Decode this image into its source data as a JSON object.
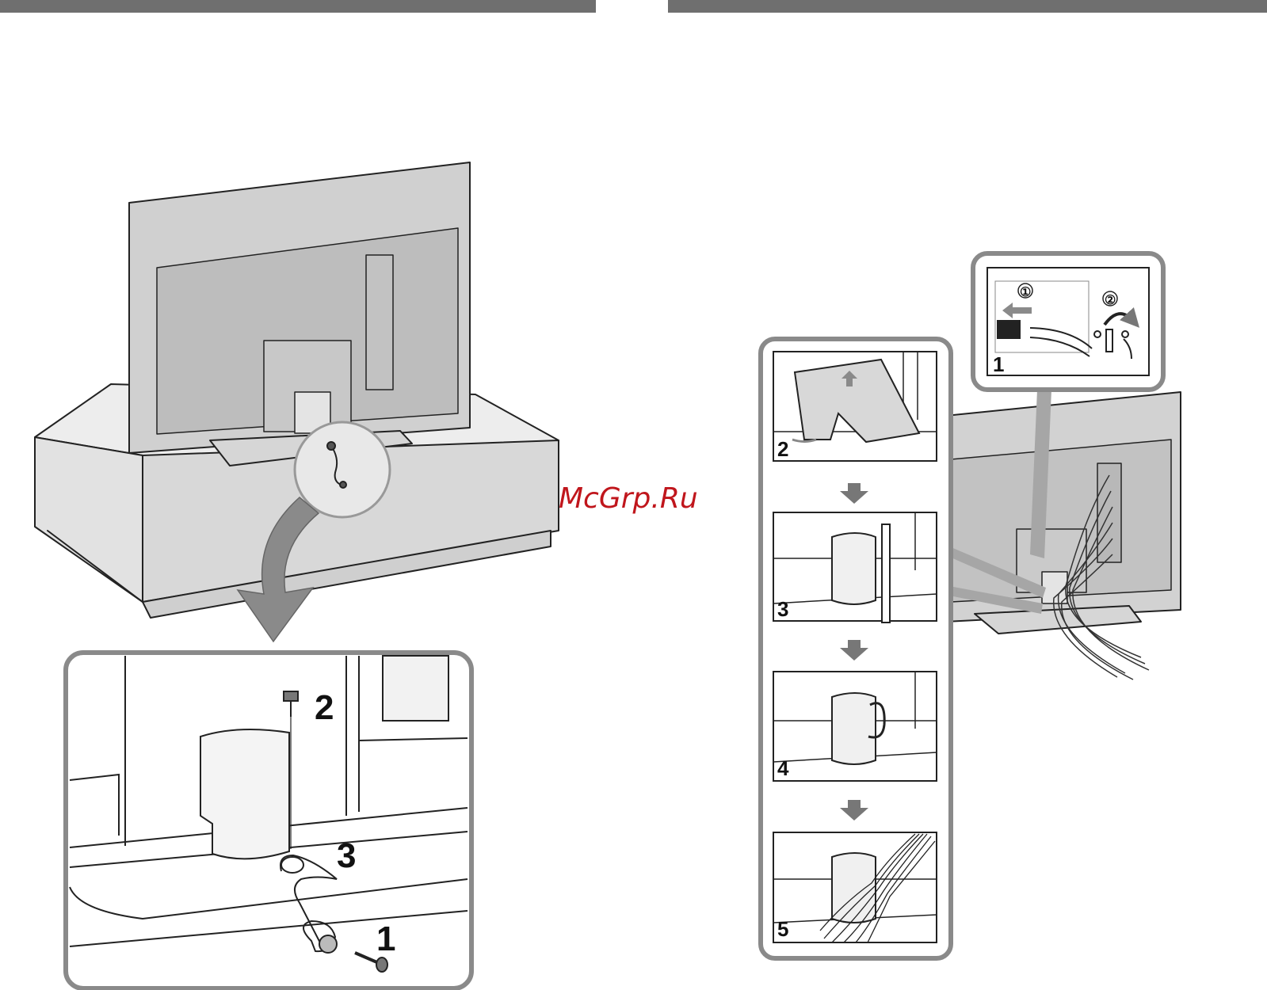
{
  "watermark": "McGrp.Ru",
  "left_figure": {
    "callout_steps": [
      "2",
      "3",
      "1"
    ]
  },
  "right_figure": {
    "top_callout": {
      "step": "1",
      "sub_steps": [
        "①",
        "②"
      ]
    },
    "steps": [
      "2",
      "3",
      "4",
      "5"
    ]
  },
  "colors": {
    "header_bar": "#6f6f6f",
    "frame": "#8a8a8a",
    "panel_fill": "#cfcfcf",
    "stand_fill": "#e6e6e6",
    "watermark": "#c0161c"
  }
}
